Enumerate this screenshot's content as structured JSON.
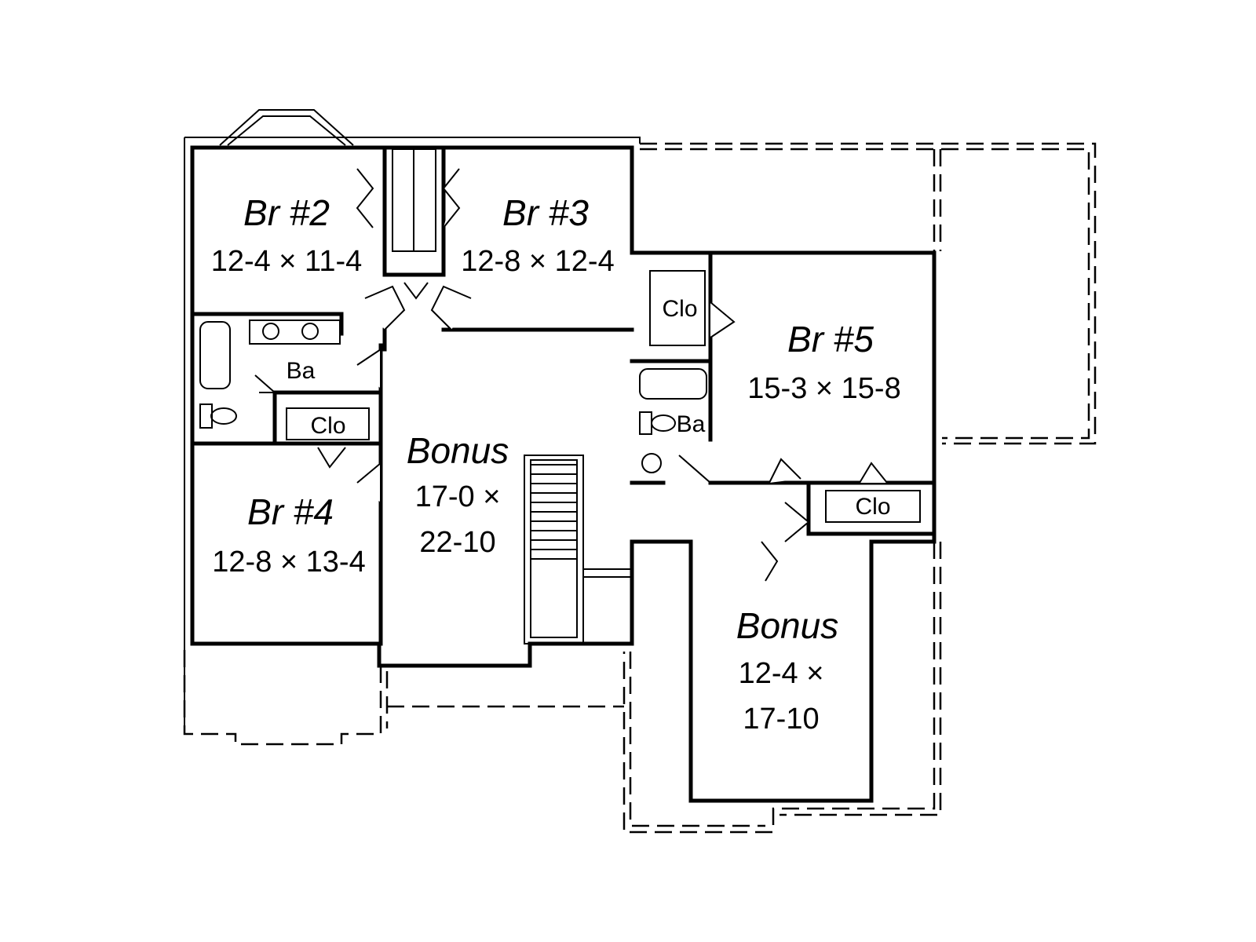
{
  "rooms": {
    "br2": {
      "name": "Br #2",
      "dims": "12-4 × 11-4"
    },
    "br3": {
      "name": "Br #3",
      "dims": "12-8 × 12-4"
    },
    "br4": {
      "name": "Br #4",
      "dims": "12-8 × 13-4"
    },
    "br5": {
      "name": "Br #5",
      "dims": "15-3 × 15-8"
    },
    "bonus_main": {
      "name": "Bonus",
      "dims_line1": "17-0 ×",
      "dims_line2": "22-10"
    },
    "bonus_right": {
      "name": "Bonus",
      "dims_line1": "12-4 ×",
      "dims_line2": "17-10"
    }
  },
  "labels": {
    "bath_left": "Ba",
    "bath_right": "Ba",
    "closet_left": "Clo",
    "closet_br5_top": "Clo",
    "closet_br5_bottom": "Clo"
  },
  "colors": {
    "ink": "#000000",
    "paper": "#ffffff"
  }
}
